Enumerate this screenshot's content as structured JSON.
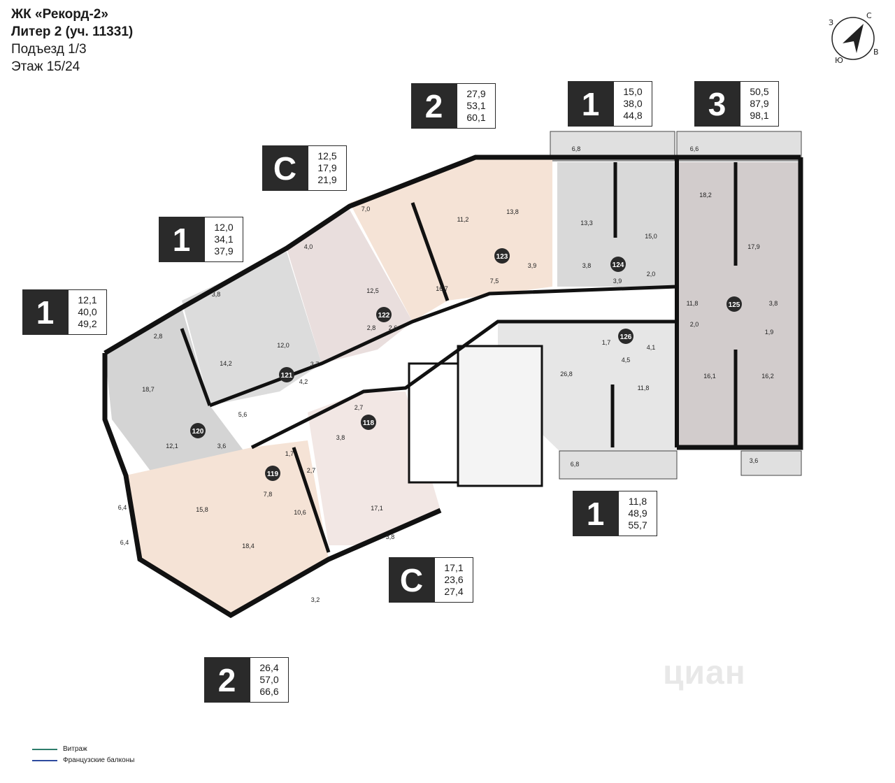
{
  "header": {
    "complex": "ЖК «Рекорд-2»",
    "liter": "Литер 2 (уч. 11331)",
    "entrance": "Подъезд 1/3",
    "floor": "Этаж 15/24"
  },
  "compass": {
    "n": "С",
    "e": "В",
    "s": "Ю",
    "w": "З"
  },
  "badges": [
    {
      "type": "2",
      "a1": "27,9",
      "a2": "53,1",
      "a3": "60,1"
    },
    {
      "type": "1",
      "a1": "15,0",
      "a2": "38,0",
      "a3": "44,8"
    },
    {
      "type": "3",
      "a1": "50,5",
      "a2": "87,9",
      "a3": "98,1"
    },
    {
      "type": "С",
      "a1": "12,5",
      "a2": "17,9",
      "a3": "21,9"
    },
    {
      "type": "1",
      "a1": "12,0",
      "a2": "34,1",
      "a3": "37,9"
    },
    {
      "type": "1",
      "a1": "12,1",
      "a2": "40,0",
      "a3": "49,2"
    },
    {
      "type": "1",
      "a1": "11,8",
      "a2": "48,9",
      "a3": "55,7"
    },
    {
      "type": "С",
      "a1": "17,1",
      "a2": "23,6",
      "a3": "27,4"
    },
    {
      "type": "2",
      "a1": "26,4",
      "a2": "57,0",
      "a3": "66,6"
    }
  ],
  "apartments": [
    "118",
    "119",
    "120",
    "121",
    "122",
    "123",
    "124",
    "125",
    "126"
  ],
  "rooms": [
    "6,8",
    "6,6",
    "13,8",
    "11,2",
    "7,0",
    "18,2",
    "13,3",
    "15,0",
    "17,9",
    "4,0",
    "3,8",
    "3,9",
    "2,0",
    "12,5",
    "16,7",
    "7,5",
    "3,9",
    "3,8",
    "11,8",
    "3,8",
    "2,8",
    "2,6",
    "14,2",
    "12,0",
    "2,8",
    "18,7",
    "3,7",
    "4,2",
    "2,0",
    "1,9",
    "1,7",
    "4,1",
    "4,5",
    "26,8",
    "11,8",
    "16,1",
    "16,2",
    "5,6",
    "12,1",
    "3,6",
    "2,7",
    "3,8",
    "1,7",
    "2,7",
    "7,8",
    "15,8",
    "10,6",
    "17,1",
    "6,8",
    "3,6",
    "6,4",
    "6,4",
    "18,4",
    "3,8",
    "3,2"
  ],
  "legend": {
    "vitrage": "Витраж",
    "french": "Французские балконы"
  },
  "colors": {
    "vitrage": "#2e7d6b",
    "french": "#2d4a9e",
    "grey_apt": "#d8d8d8",
    "pink_apt": "#f5e3d6",
    "wall": "#111111"
  },
  "watermark": "циан"
}
